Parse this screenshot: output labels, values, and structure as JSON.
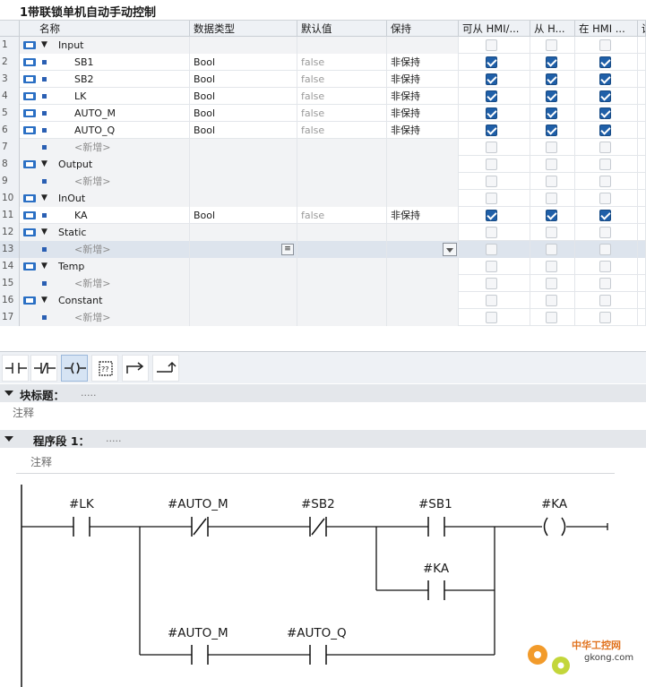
{
  "block_title": "1带联锁单机自动手动控制",
  "columns": {
    "name": "名称",
    "datatype": "数据类型",
    "default": "默认值",
    "retain": "保持",
    "hmi_access": "可从 HMI/...",
    "hmi_write": "从 H...",
    "hmi_visible": "在 HMI ...",
    "extra": "设"
  },
  "rows": [
    {
      "n": "1",
      "kind": "section",
      "name": "Input",
      "checks": [
        false,
        false,
        false
      ]
    },
    {
      "n": "2",
      "kind": "var",
      "name": "SB1",
      "dt": "Bool",
      "def": "false",
      "ret": "非保持",
      "checks": [
        true,
        true,
        true
      ]
    },
    {
      "n": "3",
      "kind": "var",
      "name": "SB2",
      "dt": "Bool",
      "def": "false",
      "ret": "非保持",
      "checks": [
        true,
        true,
        true
      ]
    },
    {
      "n": "4",
      "kind": "var",
      "name": "LK",
      "dt": "Bool",
      "def": "false",
      "ret": "非保持",
      "checks": [
        true,
        true,
        true
      ]
    },
    {
      "n": "5",
      "kind": "var",
      "name": "AUTO_M",
      "dt": "Bool",
      "def": "false",
      "ret": "非保持",
      "checks": [
        true,
        true,
        true
      ]
    },
    {
      "n": "6",
      "kind": "var",
      "name": "AUTO_Q",
      "dt": "Bool",
      "def": "false",
      "ret": "非保持",
      "checks": [
        true,
        true,
        true
      ]
    },
    {
      "n": "7",
      "kind": "new",
      "name": "<新增>",
      "checks": [
        false,
        false,
        false
      ]
    },
    {
      "n": "8",
      "kind": "section",
      "name": "Output",
      "checks": [
        false,
        false,
        false
      ]
    },
    {
      "n": "9",
      "kind": "new",
      "name": "<新增>",
      "checks": [
        false,
        false,
        false
      ]
    },
    {
      "n": "10",
      "kind": "section",
      "name": "InOut",
      "checks": [
        false,
        false,
        false
      ]
    },
    {
      "n": "11",
      "kind": "var",
      "name": "KA",
      "dt": "Bool",
      "def": "false",
      "ret": "非保持",
      "checks": [
        true,
        true,
        true
      ]
    },
    {
      "n": "12",
      "kind": "section",
      "name": "Static",
      "checks": [
        false,
        false,
        false
      ]
    },
    {
      "n": "13",
      "kind": "new-selected",
      "name": "<新增>",
      "checks": [
        false,
        false,
        false
      ]
    },
    {
      "n": "14",
      "kind": "section",
      "name": "Temp",
      "checks": [
        false,
        false,
        false
      ]
    },
    {
      "n": "15",
      "kind": "new",
      "name": "<新增>",
      "checks": [
        false,
        false,
        false
      ]
    },
    {
      "n": "16",
      "kind": "section",
      "name": "Constant",
      "checks": [
        false,
        false,
        false
      ]
    },
    {
      "n": "17",
      "kind": "new",
      "name": "<新增>",
      "checks": [
        false,
        false,
        false
      ]
    }
  ],
  "toolbar": {
    "items": [
      "no-contact-icon",
      "nc-contact-icon",
      "coil-icon",
      "empty-box-icon",
      "open-branch-icon",
      "close-branch-icon"
    ],
    "empty_box_label": "??"
  },
  "block_heading": {
    "label": "块标题：",
    "dots": "....."
  },
  "block_comment": "注释",
  "network": {
    "label": "程序段 1：",
    "dots": ".....",
    "comment": "注释"
  },
  "ladder": {
    "contact_lk": "#LK",
    "contact_auto_m_nc": "#AUTO_M",
    "contact_sb2_nc": "#SB2",
    "contact_sb1": "#SB1",
    "coil_ka": "#KA",
    "contact_ka_hold": "#KA",
    "contact_auto_m_no": "#AUTO_M",
    "contact_auto_q_no": "#AUTO_Q"
  },
  "watermark": {
    "brand": "中华工控网",
    "url": "gkong.com"
  },
  "colors": {
    "checkbox_on": "#1f5fa8",
    "interface_icon": "#2a6fc4",
    "header_bg": "#eef1f5",
    "section_bar": "#e4e7eb"
  }
}
